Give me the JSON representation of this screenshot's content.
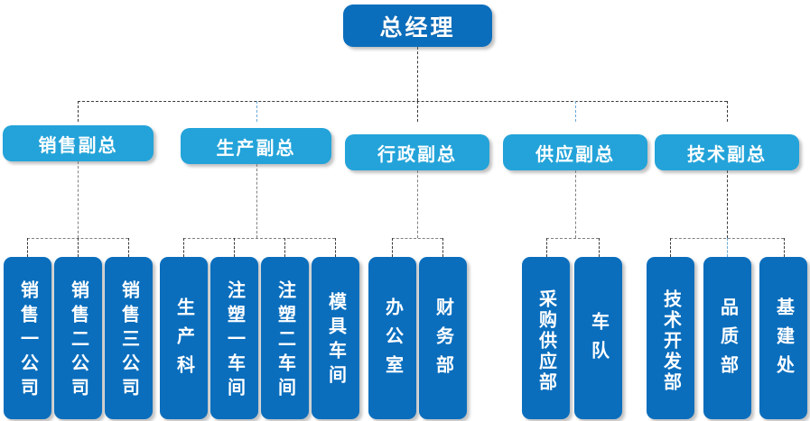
{
  "chart": {
    "type": "org-chart",
    "title": "",
    "colors": {
      "root_fill": "#0a6ebd",
      "vp_fill": "#23a3d9",
      "dept_fill": "#0a6ebd",
      "text": "#ffffff",
      "connector": "#3a3a3a",
      "connector_gray": "#808080",
      "connector_blue": "#6ba9d8",
      "background": "#ffffff"
    },
    "root": {
      "label": "总经理"
    },
    "level2": [
      {
        "label": "销售副总"
      },
      {
        "label": "生产副总"
      },
      {
        "label": "行政副总"
      },
      {
        "label": "供应副总"
      },
      {
        "label": "技术副总"
      }
    ],
    "level3": [
      {
        "label": "销售一公司",
        "parent": "销售副总"
      },
      {
        "label": "销售二公司",
        "parent": "销售副总"
      },
      {
        "label": "销售三公司",
        "parent": "销售副总"
      },
      {
        "label": "生产科",
        "parent": "生产副总"
      },
      {
        "label": "注塑一车间",
        "parent": "生产副总"
      },
      {
        "label": "注塑二车间",
        "parent": "生产副总"
      },
      {
        "label": "模具车间",
        "parent": "生产副总"
      },
      {
        "label": "办公室",
        "parent": "行政副总"
      },
      {
        "label": "财务部",
        "parent": "行政副总"
      },
      {
        "label": "采购供应部",
        "parent": "供应副总"
      },
      {
        "label": "车队",
        "parent": "供应副总"
      },
      {
        "label": "技术开发部",
        "parent": "技术副总"
      },
      {
        "label": "品质部",
        "parent": "技术副总"
      },
      {
        "label": "基建处",
        "parent": "技术副总"
      }
    ]
  }
}
